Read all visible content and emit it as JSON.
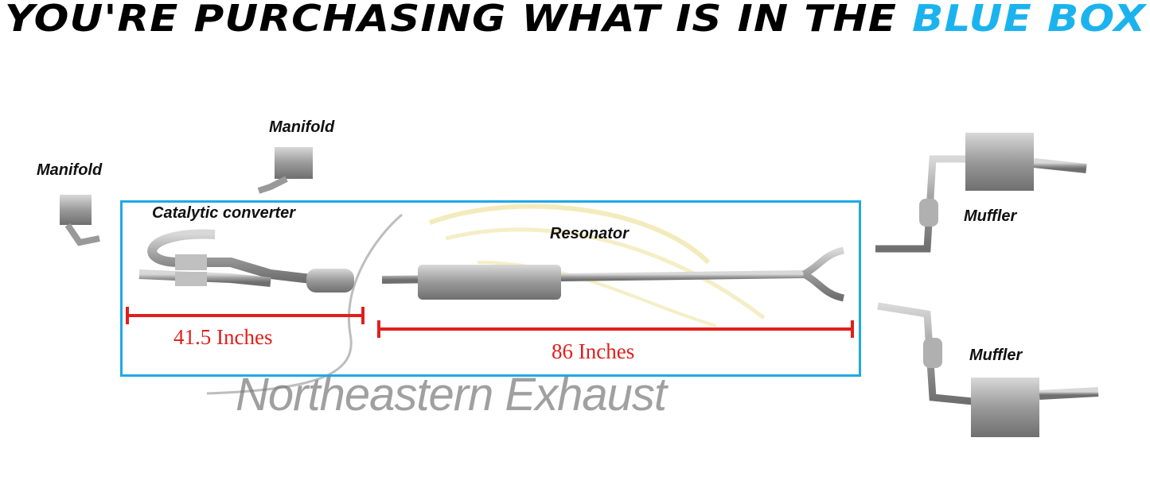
{
  "header": {
    "title_prefix": "YOU'RE PURCHASING WHAT IS IN THE ",
    "title_highlight": "BLUE BOX"
  },
  "labels": {
    "manifold_1": "Manifold",
    "manifold_2": "Manifold",
    "catalytic_converter": "Catalytic converter",
    "resonator": "Resonator",
    "muffler_1": "Muffler",
    "muffler_2": "Muffler"
  },
  "dimensions": {
    "front": "41.5 Inches",
    "rear": "86 Inches"
  },
  "watermark": "Northeastern Exhaust",
  "colors": {
    "accent": "#1bb3ee",
    "box": "#1fa9e6",
    "dimension": "#e0201c",
    "pipe": "#a9a9a9"
  }
}
